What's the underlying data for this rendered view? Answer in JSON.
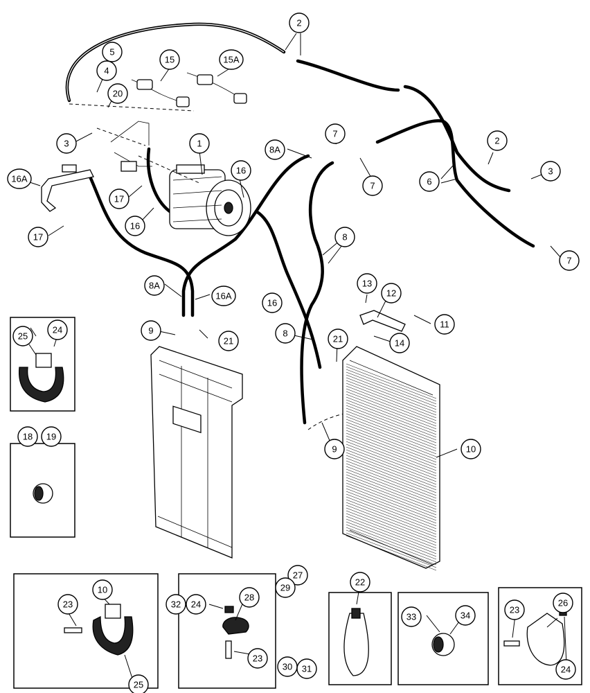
{
  "callouts": [
    {
      "label": "1"
    },
    {
      "label": "2"
    },
    {
      "label": "2"
    },
    {
      "label": "3"
    },
    {
      "label": "3"
    },
    {
      "label": "4"
    },
    {
      "label": "5"
    },
    {
      "label": "6"
    },
    {
      "label": "7"
    },
    {
      "label": "7"
    },
    {
      "label": "7"
    },
    {
      "label": "8A"
    },
    {
      "label": "8A"
    },
    {
      "label": "8"
    },
    {
      "label": "8"
    },
    {
      "label": "9"
    },
    {
      "label": "9"
    },
    {
      "label": "10"
    },
    {
      "label": "10"
    },
    {
      "label": "11"
    },
    {
      "label": "12"
    },
    {
      "label": "13"
    },
    {
      "label": "14"
    },
    {
      "label": "15"
    },
    {
      "label": "15A"
    },
    {
      "label": "16"
    },
    {
      "label": "16"
    },
    {
      "label": "16"
    },
    {
      "label": "16A"
    },
    {
      "label": "16A"
    },
    {
      "label": "17"
    },
    {
      "label": "17"
    },
    {
      "label": "18"
    },
    {
      "label": "19"
    },
    {
      "label": "20"
    },
    {
      "label": "21"
    },
    {
      "label": "21"
    },
    {
      "label": "22"
    },
    {
      "label": "23"
    },
    {
      "label": "23"
    },
    {
      "label": "23"
    },
    {
      "label": "24"
    },
    {
      "label": "24"
    },
    {
      "label": "24"
    },
    {
      "label": "25"
    },
    {
      "label": "25"
    },
    {
      "label": "26"
    },
    {
      "label": "27"
    },
    {
      "label": "28"
    },
    {
      "label": "29"
    },
    {
      "label": "30"
    },
    {
      "label": "31"
    },
    {
      "label": "32"
    },
    {
      "label": "33"
    },
    {
      "label": "34"
    }
  ]
}
